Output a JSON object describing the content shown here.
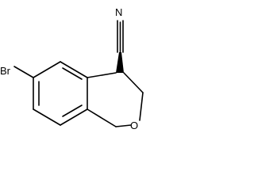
{
  "structure": {
    "atom_labels": {
      "nitrogen": "N",
      "bromine": "Br",
      "oxygen": "O"
    }
  },
  "colors": {
    "bond": "#000000",
    "label": "#000000",
    "background": "#ffffff"
  }
}
